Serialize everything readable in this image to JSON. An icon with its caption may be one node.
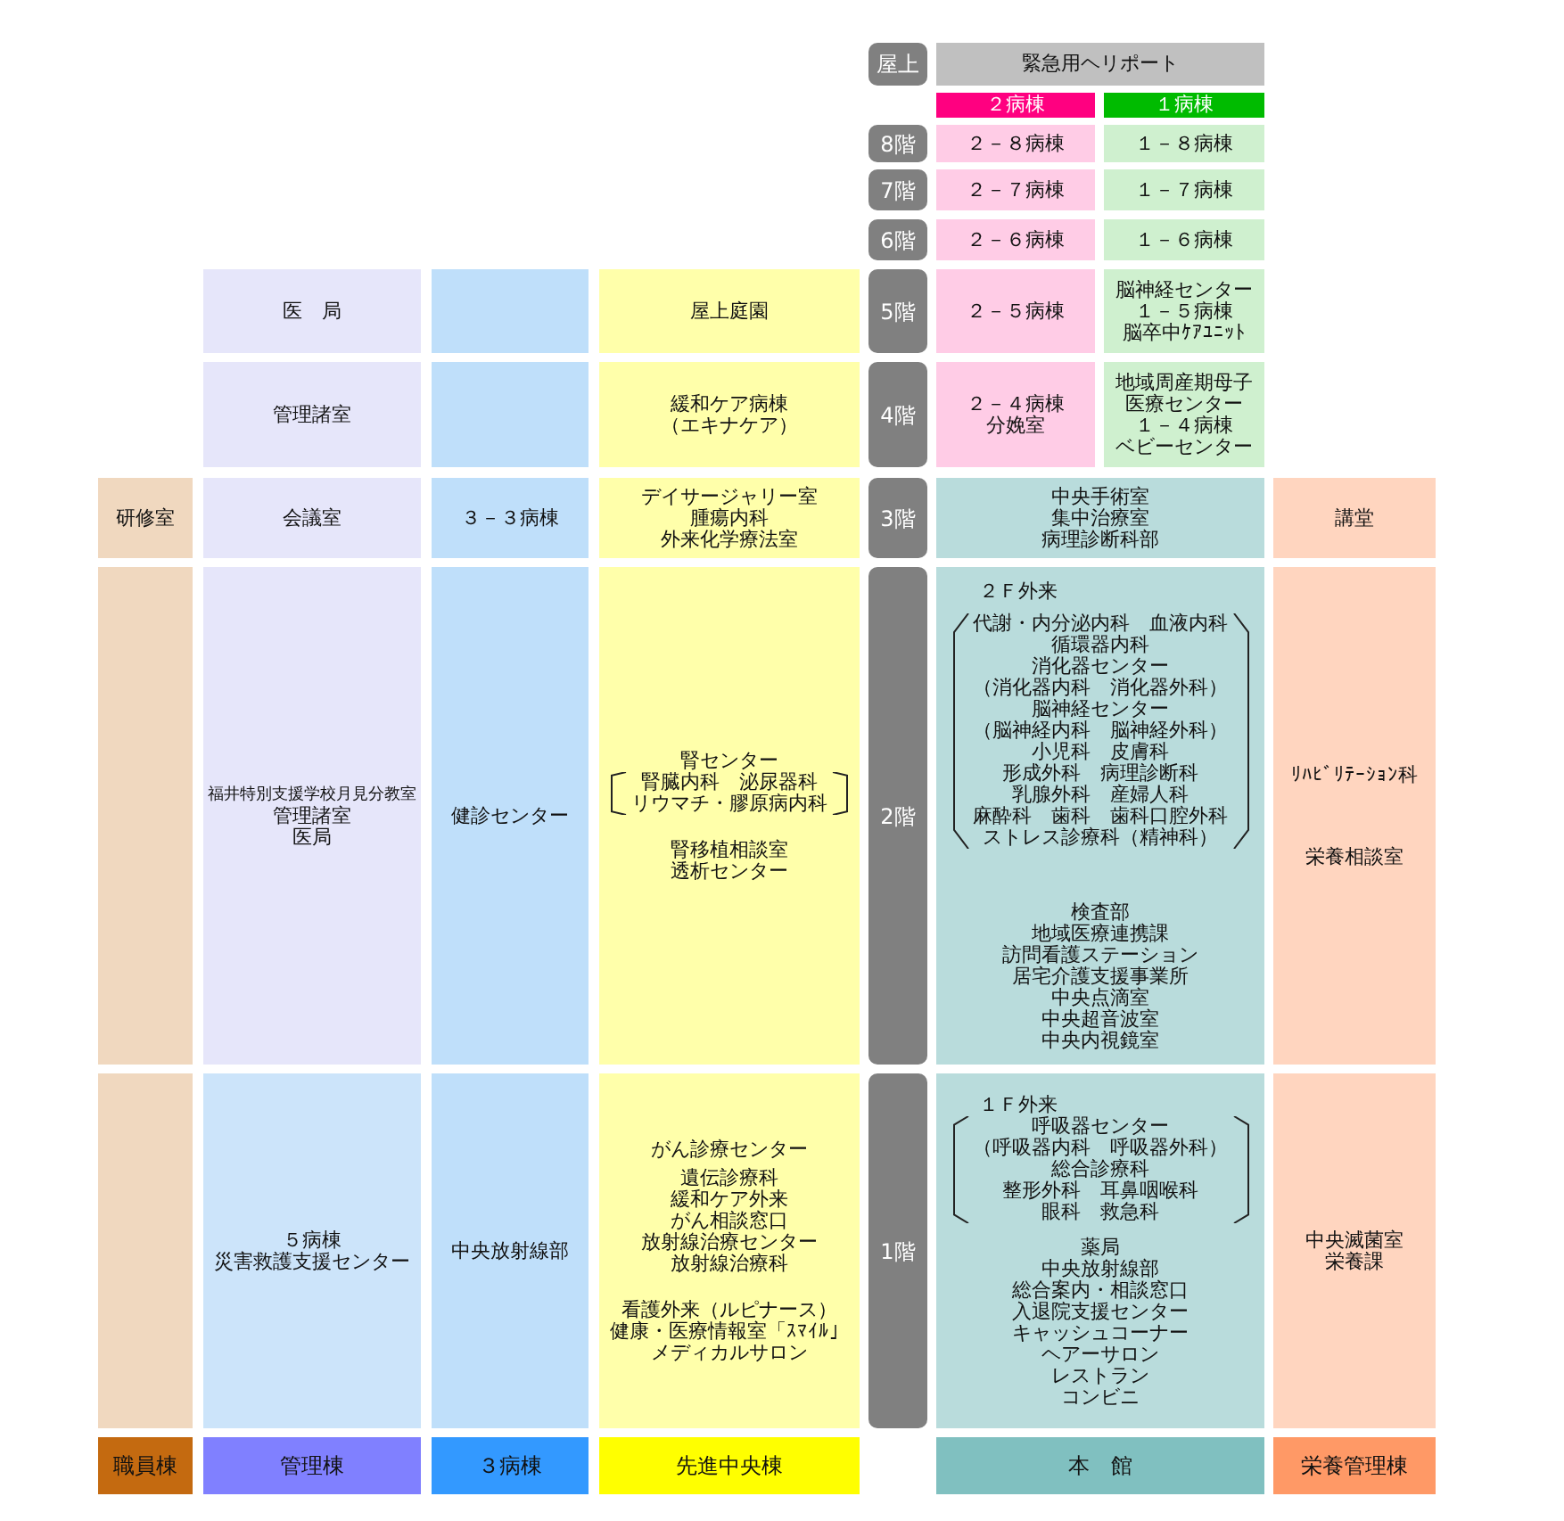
{
  "diagram": {
    "nodes": [
      {
        "text": [
          "屋上"
        ]
      },
      {
        "text": [
          "緊急用ヘリポート"
        ]
      },
      {
        "text": [
          "２病棟"
        ]
      },
      {
        "text": [
          "１病棟"
        ]
      },
      {
        "text": [
          "8階"
        ]
      },
      {
        "text": [
          "２－８病棟"
        ]
      },
      {
        "text": [
          "１－８病棟"
        ]
      },
      {
        "text": [
          "7階"
        ]
      },
      {
        "text": [
          "２－７病棟"
        ]
      },
      {
        "text": [
          "１－７病棟"
        ]
      },
      {
        "text": [
          "6階"
        ]
      },
      {
        "text": [
          "２－６病棟"
        ]
      },
      {
        "text": [
          "１－６病棟"
        ]
      },
      {
        "text": [
          "医　局"
        ]
      },
      {
        "text": [],
        "shape": "box"
      },
      {
        "text": [
          "屋上庭園"
        ]
      },
      {
        "text": [
          "5階"
        ]
      },
      {
        "text": [
          "２－５病棟"
        ]
      },
      {
        "text": [
          "脳神経センター",
          "１－５病棟",
          "脳卒中ｹｱﾕﾆｯﾄ"
        ]
      },
      {
        "text": [
          "管理諸室"
        ]
      },
      {
        "text": [],
        "shape": "box"
      },
      {
        "text": [
          "緩和ケア病棟",
          "（エキナケア）"
        ]
      },
      {
        "text": [
          "4階"
        ]
      },
      {
        "text": [
          "２－４病棟",
          "分娩室"
        ]
      },
      {
        "text": [
          "地域周産期母子医療センター",
          "１－４病棟",
          "ベビーセンター"
        ]
      },
      {
        "text": [
          "研修室"
        ]
      },
      {
        "text": [
          "会議室"
        ]
      },
      {
        "text": [
          "３－３病棟"
        ]
      },
      {
        "text": [
          "デイサージャリー室",
          "腫瘍内科",
          "外来化学療法室"
        ]
      },
      {
        "text": [
          "3階"
        ]
      },
      {
        "text": [
          "中央手術室",
          "集中治療室",
          "病理診断科部"
        ]
      },
      {
        "text": [
          "講堂"
        ]
      },
      {
        "text": [],
        "shape": "box"
      },
      {
        "text": [
          "福井特別支援学校月見分教室",
          "管理諸室",
          "医局"
        ]
      },
      {
        "text": [
          "健診センター"
        ]
      },
      {
        "text": [
          "腎センター",
          "腎臓内科　泌尿器科",
          "リウマチ・膠原病内科",
          "腎移植相談室",
          "透析センター"
        ]
      },
      {
        "text": [
          "2階"
        ]
      },
      {
        "text": [
          "２Ｆ外来",
          "代謝・内分泌内科　血液内科",
          "循環器内科",
          "消化器センター",
          "（消化器内科　消化器外科）",
          "脳神経センター",
          "（脳神経内科　脳神経外科）",
          "小児科　皮膚科",
          "形成外科　病理診断科",
          "乳腺外科　産婦人科",
          "麻酔科　歯科　歯科口腔外科",
          "ストレス診療科（精神科）",
          "検査部",
          "地域医療連携課",
          "訪問看護ステーション",
          "居宅介護支援事業所",
          "中央点滴室",
          "中央超音波室",
          "中央内視鏡室"
        ]
      },
      {
        "text": [
          "ﾘﾊﾋﾞﾘﾃｰｼｮﾝ科",
          "栄養相談室"
        ]
      },
      {
        "text": [],
        "shape": "box"
      },
      {
        "text": [
          "５病棟",
          "災害救護支援センター"
        ]
      },
      {
        "text": [
          "中央放射線部"
        ]
      },
      {
        "text": [
          "がん診療センター",
          "遺伝診療科",
          "緩和ケア外来",
          "がん相談窓口",
          "放射線治療センター",
          "放射線治療科",
          "看護外来（ルピナース）",
          "健康・医療情報室「ｽﾏｲﾙ」",
          "メディカルサロン"
        ]
      },
      {
        "text": [
          "1階"
        ]
      },
      {
        "text": [
          "１Ｆ外来",
          "呼吸器センター",
          "（呼吸器内科　呼吸器外科）",
          "総合診療科",
          "整形外科　耳鼻咽喉科",
          "眼科　救急科",
          "薬局",
          "中央放射線部",
          "総合案内・相談窓口",
          "入退院支援センター",
          "キャッシュコーナー",
          "ヘアーサロン",
          "レストラン",
          "コンビニ"
        ]
      },
      {
        "text": [
          "中央滅菌室",
          "栄養課"
        ]
      },
      {
        "text": [
          "職員棟"
        ]
      },
      {
        "text": [
          "管理棟"
        ]
      },
      {
        "text": [
          "３病棟"
        ]
      },
      {
        "text": [
          "先進中央棟"
        ]
      },
      {
        "text": [
          "本　館"
        ]
      },
      {
        "text": [
          "栄養管理棟"
        ]
      }
    ]
  }
}
